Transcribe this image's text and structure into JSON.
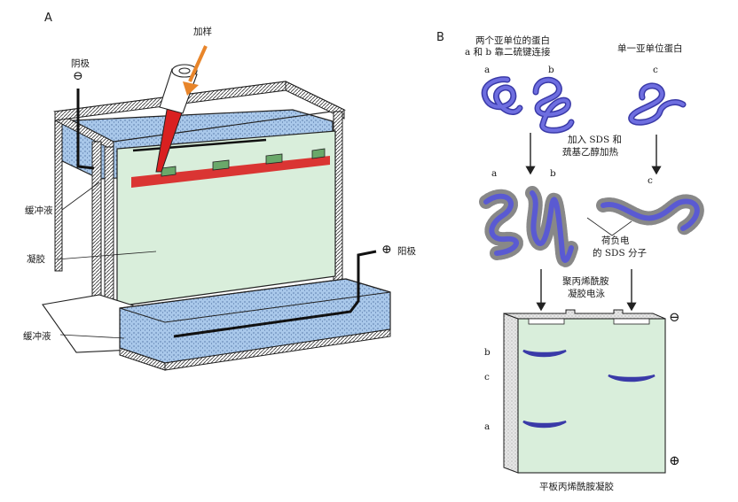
{
  "panel_a": {
    "letter": "A",
    "sample_loading": "加样",
    "cathode": "阴极",
    "cathode_sign": "⊖",
    "anode": "阳极",
    "anode_sign": "⊕",
    "buffer_upper": "缓冲液",
    "gel": "凝胶",
    "buffer_lower": "缓冲液"
  },
  "panel_b": {
    "letter": "B",
    "two_subunit_line1": "两个亚单位的蛋白",
    "two_subunit_line2": "a 和 b 靠二硫键连接",
    "one_subunit": "单一亚单位蛋白",
    "label_a": "a",
    "label_b": "b",
    "label_c": "c",
    "treat_line1": "加入 SDS 和",
    "treat_line2": "巯基乙醇加热",
    "charge_line1": "荷负电",
    "charge_line2": "的 SDS 分子",
    "page_line1": "聚丙烯酰胺",
    "page_line2": "凝胶电泳",
    "slab_caption": "平板丙烯酰胺凝胶",
    "minus_sign": "⊖",
    "plus_sign": "⊕",
    "band_labels": [
      "b",
      "c",
      "a"
    ]
  },
  "colors": {
    "gel": "#d9eedb",
    "buffer": "#a9c8ea",
    "sample_red": "#d92020",
    "protein": "#5a5ad2",
    "arrow_orange": "#e8852a",
    "frame": "#222222"
  }
}
